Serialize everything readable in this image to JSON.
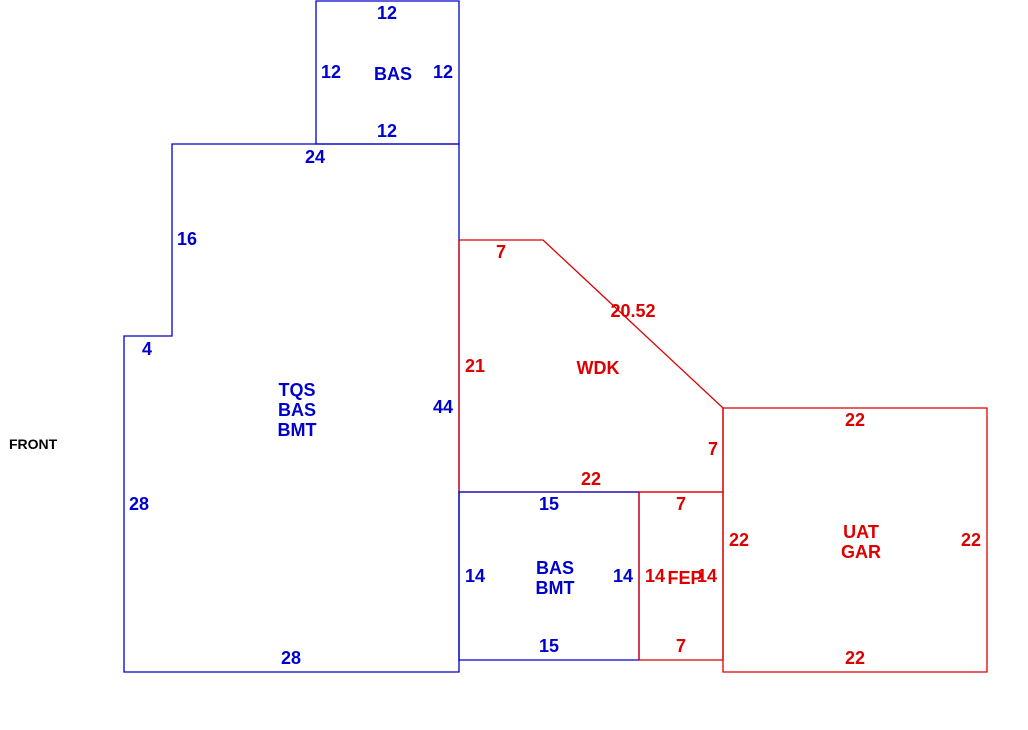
{
  "colors": {
    "blue": "#0000cc",
    "red": "#dd0000",
    "black": "#000000"
  },
  "front_label": "FRONT",
  "areas": {
    "bas_top": {
      "codes": [
        "BAS"
      ],
      "dims": {
        "top": "12",
        "left": "12",
        "right": "12",
        "bottom": "12"
      }
    },
    "main": {
      "codes": [
        "TQS",
        "BAS",
        "BMT"
      ],
      "dims": {
        "top": "24",
        "upper_left": "16",
        "step": "4",
        "right": "44",
        "lower_left": "28",
        "bottom": "28"
      }
    },
    "wdk": {
      "codes": [
        "WDK"
      ],
      "dims": {
        "top": "7",
        "diagonal": "20.52",
        "left": "21",
        "right": "7",
        "bottom": "22"
      }
    },
    "bas_bmt": {
      "codes": [
        "BAS",
        "BMT"
      ],
      "dims": {
        "top": "15",
        "left": "14",
        "right": "14",
        "bottom": "15"
      }
    },
    "fep": {
      "codes": [
        "FEP"
      ],
      "dims": {
        "top": "7",
        "left": "14",
        "right": "14",
        "bottom": "7"
      }
    },
    "garage": {
      "codes": [
        "UAT",
        "GAR"
      ],
      "dims": {
        "top": "22",
        "left": "22",
        "right": "22",
        "bottom": "22"
      }
    }
  }
}
